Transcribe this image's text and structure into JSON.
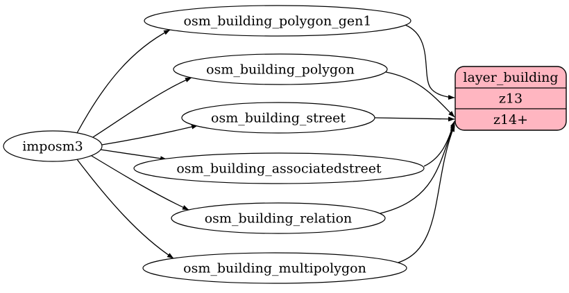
{
  "diagram": {
    "type": "graphviz-etl-flow",
    "background_color": "#ffffff",
    "source_node": {
      "label": "imposm3"
    },
    "tables": [
      {
        "label": "osm_building_polygon_gen1"
      },
      {
        "label": "osm_building_polygon"
      },
      {
        "label": "osm_building_street"
      },
      {
        "label": "osm_building_associatedstreet"
      },
      {
        "label": "osm_building_relation"
      },
      {
        "label": "osm_building_multipolygon"
      }
    ],
    "layer_node": {
      "title": "layer_building",
      "rows": [
        "z13",
        "z14+"
      ],
      "fill_color": "#ffb6c1",
      "stroke_color": "#000000"
    },
    "edges": [
      {
        "from": "imposm3",
        "to": "osm_building_polygon_gen1"
      },
      {
        "from": "imposm3",
        "to": "osm_building_polygon"
      },
      {
        "from": "imposm3",
        "to": "osm_building_street"
      },
      {
        "from": "imposm3",
        "to": "osm_building_associatedstreet"
      },
      {
        "from": "imposm3",
        "to": "osm_building_relation"
      },
      {
        "from": "imposm3",
        "to": "osm_building_multipolygon"
      },
      {
        "from": "osm_building_polygon_gen1",
        "to": "layer_building:z13"
      },
      {
        "from": "osm_building_polygon",
        "to": "layer_building:z14+"
      },
      {
        "from": "osm_building_street",
        "to": "layer_building:z14+"
      },
      {
        "from": "osm_building_associatedstreet",
        "to": "layer_building:z14+"
      },
      {
        "from": "osm_building_relation",
        "to": "layer_building:z14+"
      },
      {
        "from": "osm_building_multipolygon",
        "to": "layer_building:z14+"
      }
    ]
  }
}
